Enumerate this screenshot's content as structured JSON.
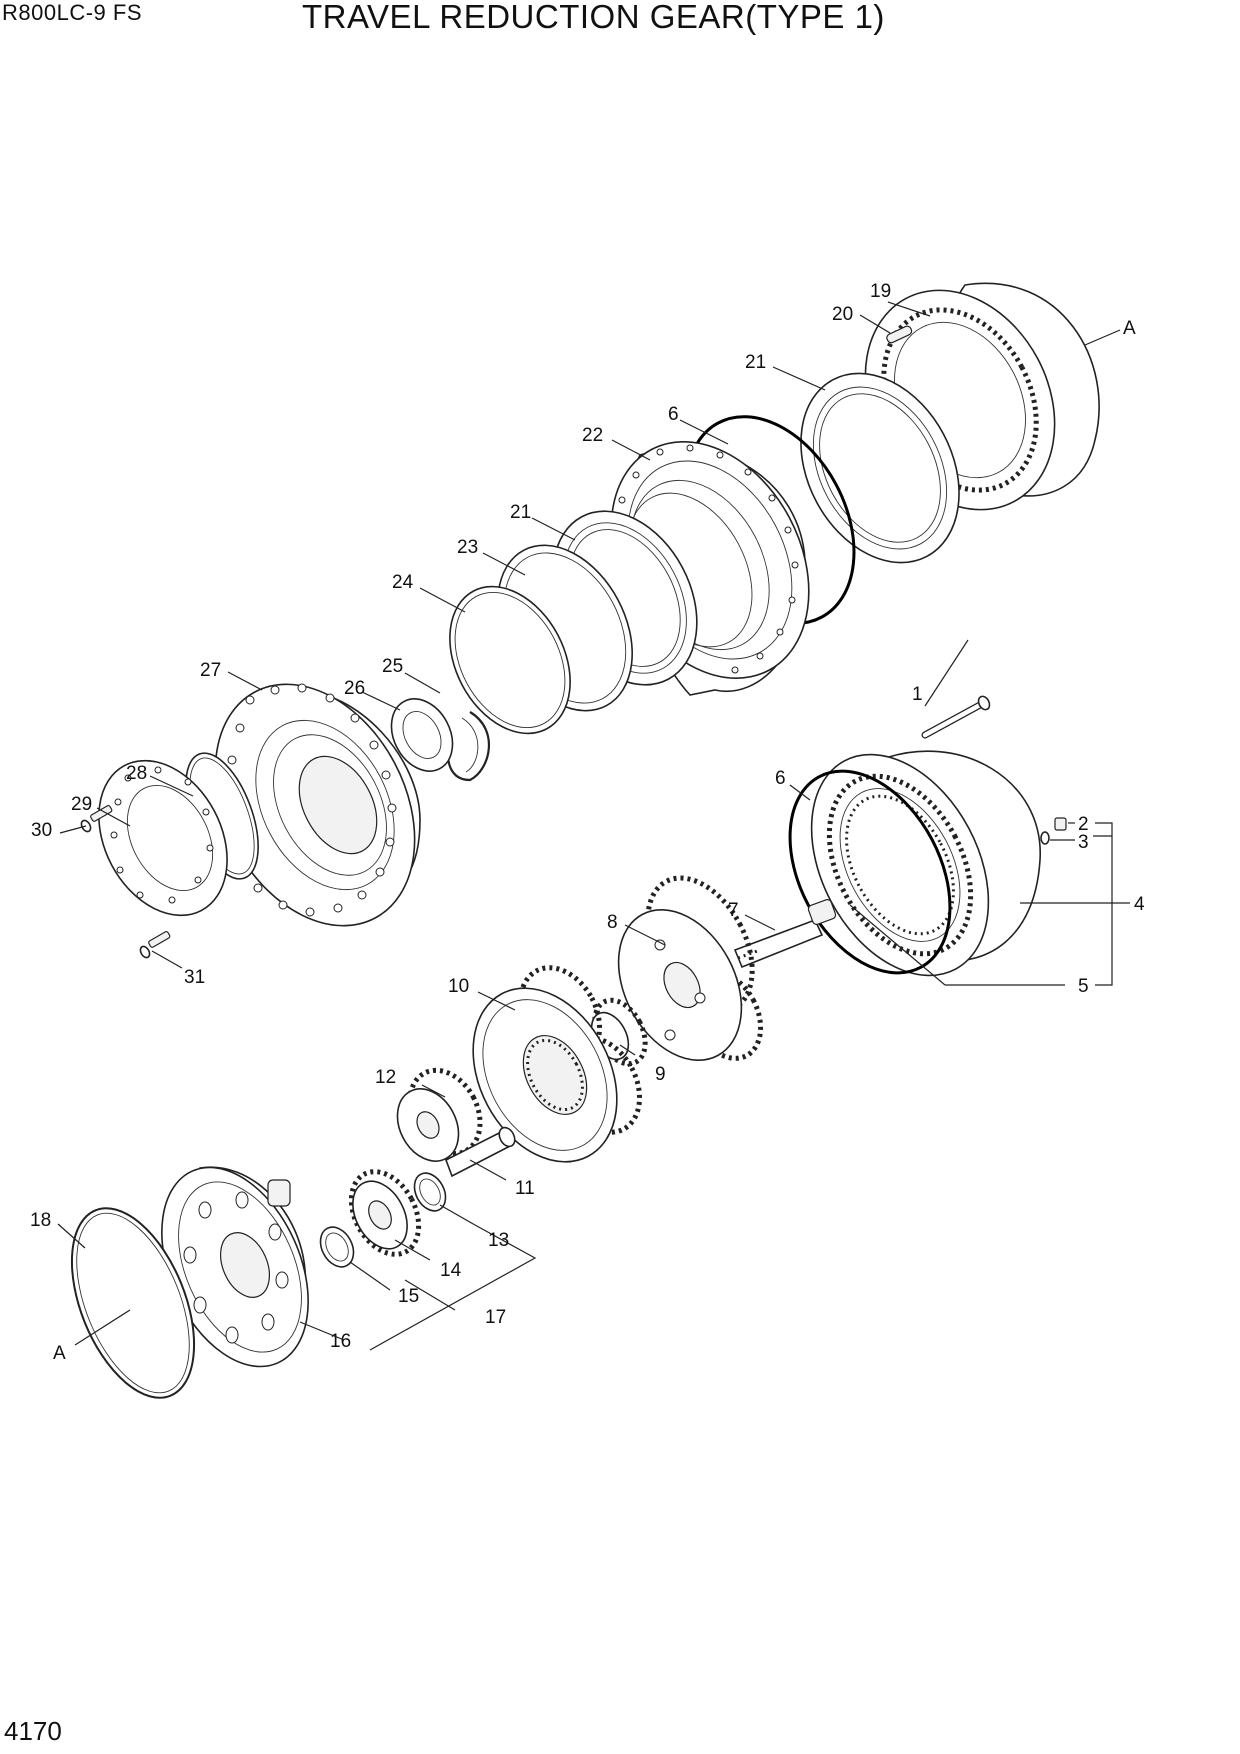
{
  "header": {
    "model": "R800LC-9 FS",
    "title": "TRAVEL REDUCTION GEAR(TYPE 1)"
  },
  "footer": {
    "page_number": "4170"
  },
  "callouts": {
    "c1": "1",
    "c2": "2",
    "c3": "3",
    "c4": "4",
    "c5": "5",
    "c6a": "6",
    "c6b": "6",
    "c7": "7",
    "c8": "8",
    "c9": "9",
    "c10": "10",
    "c11": "11",
    "c12": "12",
    "c13": "13",
    "c14": "14",
    "c15": "15",
    "c16": "16",
    "c17": "17",
    "c18": "18",
    "c19": "19",
    "c20": "20",
    "c21a": "21",
    "c21b": "21",
    "c22": "22",
    "c23": "23",
    "c24": "24",
    "c25": "25",
    "c26": "26",
    "c27": "27",
    "c28": "28",
    "c29": "29",
    "c30": "30",
    "c31": "31",
    "refA1": "A",
    "refA2": "A"
  }
}
